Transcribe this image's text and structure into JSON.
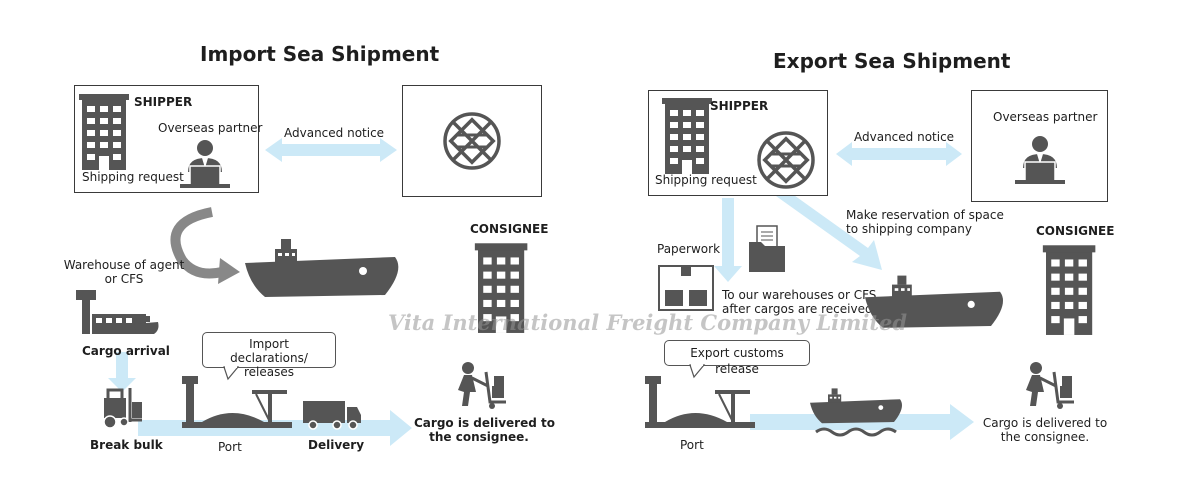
{
  "watermark": "Vita International Freight Company Limited",
  "import": {
    "title": "Import Sea Shipment",
    "shipper": "SHIPPER",
    "overseas_partner": "Overseas partner",
    "shipping_request": "Shipping request",
    "advanced_notice": "Advanced notice",
    "consignee": "CONSIGNEE",
    "warehouse_line1": "Warehouse of agent",
    "warehouse_line2": "or CFS",
    "cargo_arrival": "Cargo arrival",
    "import_decl_line1": "Import declarations/",
    "import_decl_line2": "releases",
    "break_bulk": "Break bulk",
    "port": "Port",
    "delivery": "Delivery",
    "delivered_line1": "Cargo is delivered to",
    "delivered_line2": "the consignee."
  },
  "export": {
    "title": "Export Sea Shipment",
    "shipper": "SHIPPER",
    "shipping_request": "Shipping request",
    "advanced_notice": "Advanced notice",
    "overseas_partner": "Overseas partner",
    "reservation_line1": "Make reservation of space",
    "reservation_line2": "to shipping company",
    "consignee": "CONSIGNEE",
    "paperwork": "Paperwork",
    "warehouses_line1": "To our warehouses or CFS",
    "warehouses_line2": "after cargos are received",
    "export_customs": "Export customs release",
    "port": "Port",
    "delivered_line1": "Cargo is delivered to",
    "delivered_line2": "the consignee."
  },
  "colors": {
    "arrow": "#cce9f7",
    "icon": "#555555",
    "curve_arrow": "#777777"
  }
}
